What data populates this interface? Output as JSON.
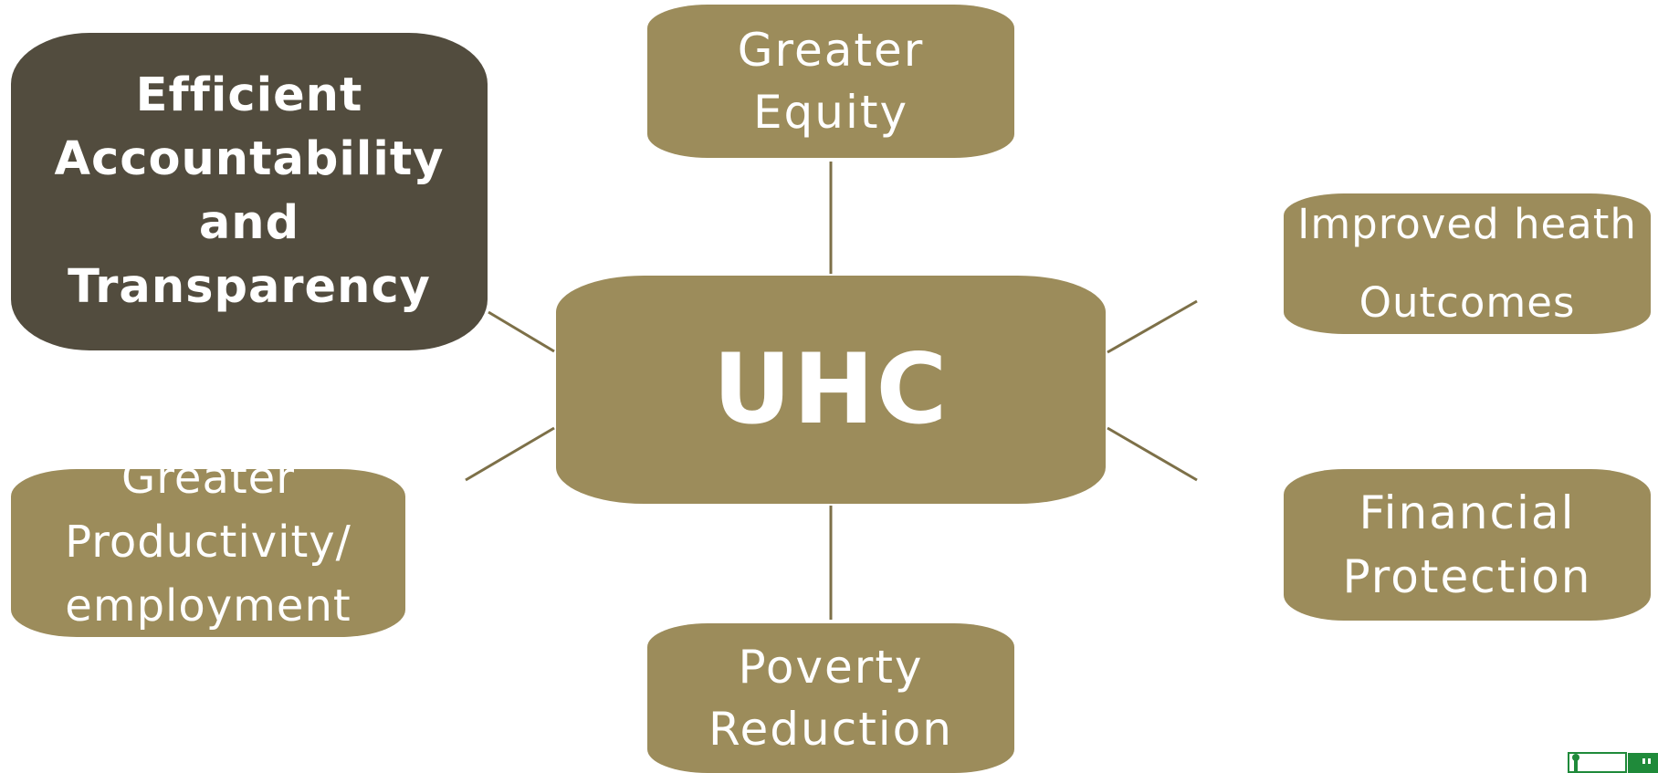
{
  "diagram": {
    "center": {
      "label": "UHC"
    },
    "nodes": {
      "equity": {
        "label": "Greater\nEquity"
      },
      "accountability": {
        "label": "Efficient\nAccountability\nand Transparency"
      },
      "health": {
        "label": "Improved heath\nOutcomes"
      },
      "productivity": {
        "label": "Greater\nProductivity/\nemployment"
      },
      "financial": {
        "label": "Financial\nProtection"
      },
      "poverty": {
        "label": "Poverty\nReduction"
      }
    }
  },
  "colors": {
    "node_fill": "#9c8c5b",
    "node_fill_highlight": "#524c3e",
    "connector": "#7d7048",
    "text": "#ffffff",
    "logo_green": "#1f8a3a"
  },
  "icons": {
    "corner_logo": "organization-logo-icon"
  }
}
